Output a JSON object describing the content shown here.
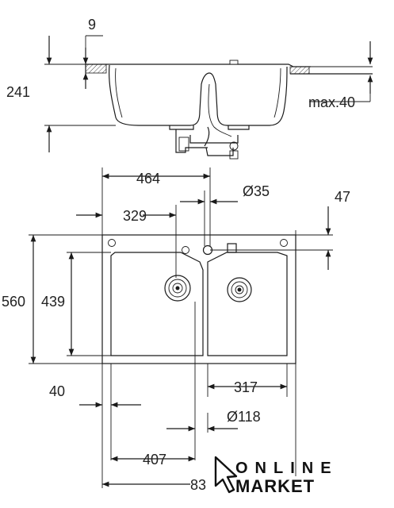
{
  "dimensions": {
    "flange_thickness": "9",
    "depth": "241",
    "max_worktop": "max.40",
    "bowl_span": "464",
    "tap_hole_diameter": "Ø35",
    "tap_offset_right": "47",
    "tap_offset_left": "329",
    "overall_depth": "560",
    "bowl_depth": "439",
    "right_bowl_width": "317",
    "edge_margin": "40",
    "drain_diameter": "Ø118",
    "left_bowl_width": "407",
    "overall_width": "83"
  },
  "watermark": {
    "line1": "ONLINE",
    "line2": "MARKET"
  }
}
